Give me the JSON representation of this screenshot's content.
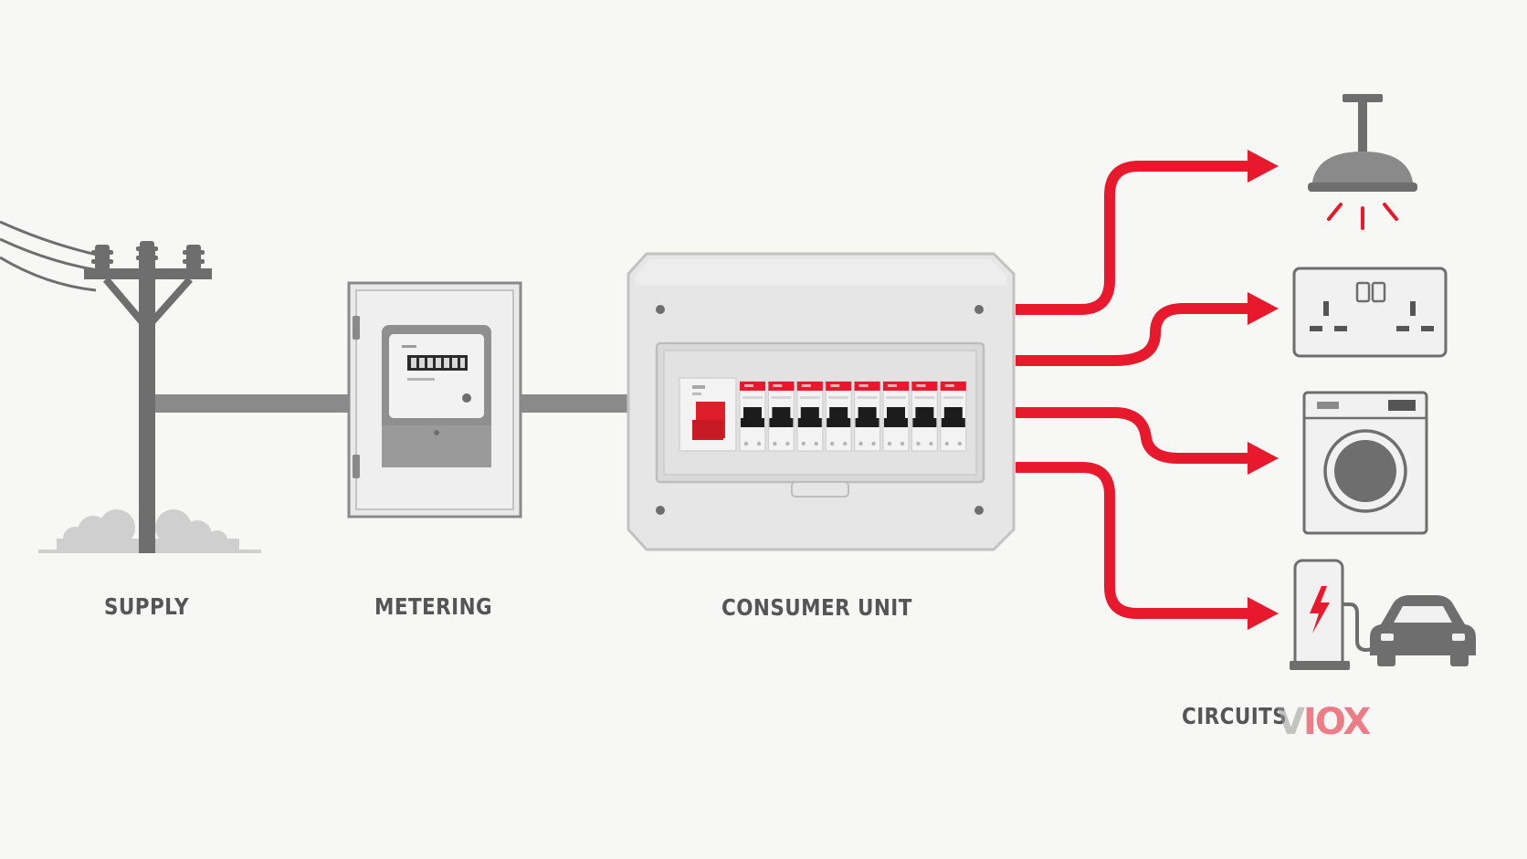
{
  "labels": {
    "supply": "SUPPLY",
    "metering": "METERING",
    "consumer_unit": "CONSUMER UNIT",
    "circuits": "CIRCUITS"
  },
  "watermark": {
    "text_v": "V",
    "text_iox": "IOX"
  },
  "breaker_count": 8,
  "icons": [
    "utility-pole-icon",
    "electric-meter-icon",
    "consumer-unit-icon",
    "ceiling-light-icon",
    "wall-socket-icon",
    "washing-machine-icon",
    "ev-charger-icon",
    "car-icon"
  ],
  "colors": {
    "background": "#f7f7f5",
    "gray_dark": "#6e6e6e",
    "gray_mid": "#8a8a8a",
    "gray_light": "#cfcfcf",
    "label": "#555555",
    "accent_red": "#e8192c",
    "breaker_black": "#1c1c1c"
  }
}
